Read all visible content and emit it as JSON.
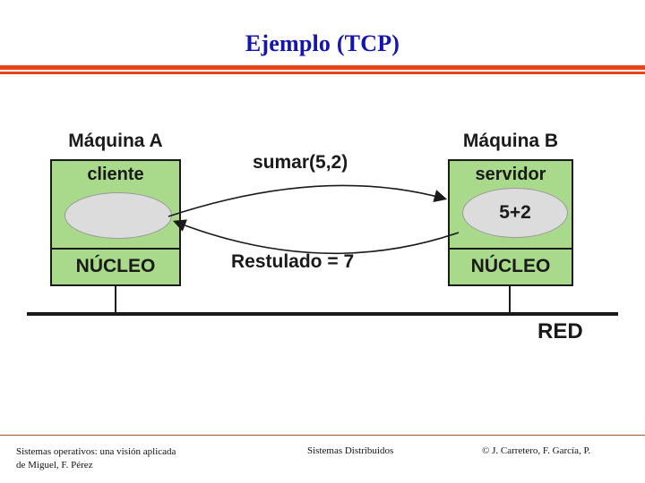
{
  "slide": {
    "title": "Ejemplo (TCP)",
    "title_color": "#1414b4",
    "rule_color": "#e8431a"
  },
  "diagram": {
    "machine_a": {
      "label": "Máquina A",
      "process_label": "cliente",
      "bubble_text": "",
      "kernel_label": "NÚCLEO",
      "box_color": "#a9d98a",
      "bubble_color": "#dcdcdc"
    },
    "machine_b": {
      "label": "Máquina B",
      "process_label": "servidor",
      "bubble_text": "5+2",
      "kernel_label": "NÚCLEO",
      "box_color": "#a9d98a",
      "bubble_color": "#dcdcdc"
    },
    "request_label": "sumar(5,2)",
    "reply_label": "Restulado = 7",
    "network_label": "RED"
  },
  "footer": {
    "left_line1": "Sistemas operativos: una visión aplicada",
    "left_line2": "de Miguel, F. Pérez",
    "center": "Sistemas Distribuidos",
    "right": "© J. Carretero, F. García, P.",
    "rule_color": "#a0522d"
  }
}
